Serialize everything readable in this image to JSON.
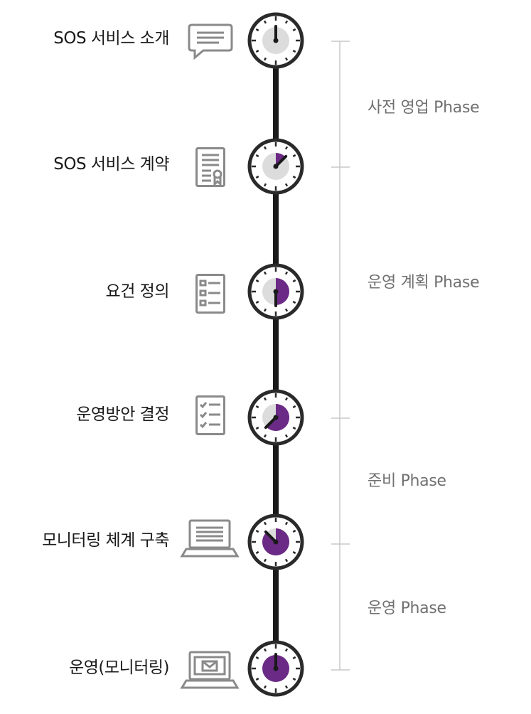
{
  "steps": [
    {
      "label": "SOS 서비스 소개",
      "icon": "chat-bubble-icon",
      "progress": 0.0
    },
    {
      "label": "SOS 서비스 계약",
      "icon": "contract-document-icon",
      "progress": 0.125
    },
    {
      "label": "요건 정의",
      "icon": "requirements-list-icon",
      "progress": 0.5
    },
    {
      "label": "운영방안 결정",
      "icon": "checklist-icon",
      "progress": 0.625
    },
    {
      "label": "모니터링 체계 구축",
      "icon": "laptop-monitor-icon",
      "progress": 0.875
    },
    {
      "label": "운영(모니터링)",
      "icon": "laptop-mail-icon",
      "progress": 1.0
    }
  ],
  "phases": [
    {
      "label": "사전 영업 Phase"
    },
    {
      "label": "운영 계획 Phase"
    },
    {
      "label": "준비 Phase"
    },
    {
      "label": "운영 Phase"
    }
  ],
  "colors": {
    "progress_fill": "#6b2a85",
    "dial_face_track": "#dcdcdc",
    "timeline": "#1a1a1a",
    "icon_gray": "#8a8a8a",
    "bracket": "#c8c8c8"
  }
}
